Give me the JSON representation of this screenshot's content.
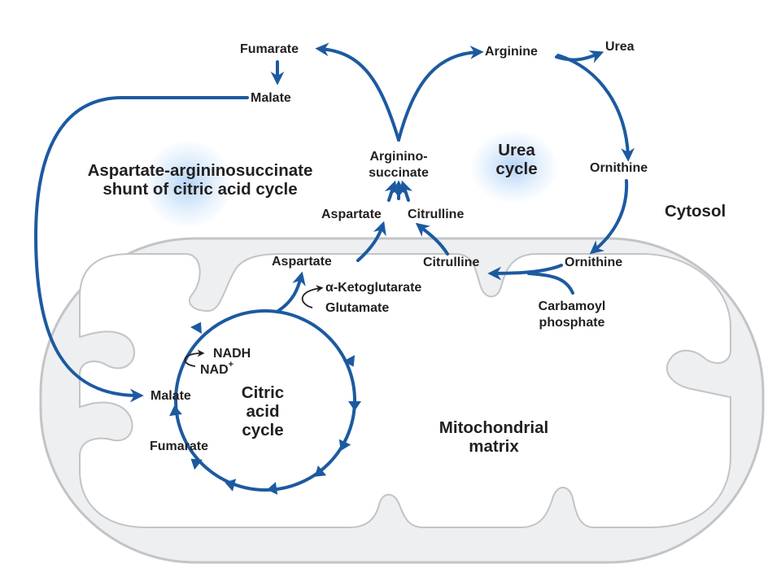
{
  "colors": {
    "pathway_arrow": "#1c5aa0",
    "side_arrow": "#231f20",
    "mitochondrion_fill": "#eeeff1",
    "mitochondrion_outline": "#c2c4c7",
    "label_text": "#231f20",
    "highlight_glow": "#cfe2f8"
  },
  "regions": {
    "cytosol": "Cytosol",
    "mitochondrial_matrix_line1": "Mitochondrial",
    "mitochondrial_matrix_line2": "matrix"
  },
  "cycles": {
    "urea_line1": "Urea",
    "urea_line2": "cycle",
    "citric_line1": "Citric",
    "citric_line2": "acid",
    "citric_line3": "cycle",
    "shunt_line1": "Aspartate-argininosuccinate",
    "shunt_line2": "shunt of citric acid cycle"
  },
  "metabolites": {
    "fumarate_top": "Fumarate",
    "malate_top": "Malate",
    "arginine": "Arginine",
    "urea": "Urea",
    "argininosuccinate_line1": "Arginino-",
    "argininosuccinate_line2": "succinate",
    "ornithine_cytosol": "Ornithine",
    "aspartate_cytosol": "Aspartate",
    "citrulline_cytosol": "Citrulline",
    "aspartate_matrix": "Aspartate",
    "citrulline_matrix": "Citrulline",
    "ornithine_matrix": "Ornithine",
    "carbamoyl_line1": "Carbamoyl",
    "carbamoyl_line2": "phosphate",
    "alpha_ketoglutarate": "α-Ketoglutarate",
    "glutamate": "Glutamate",
    "nadh": "NADH",
    "nad_base": "NAD",
    "nad_superscript": "+",
    "malate_matrix": "Malate",
    "fumarate_matrix": "Fumarate"
  }
}
